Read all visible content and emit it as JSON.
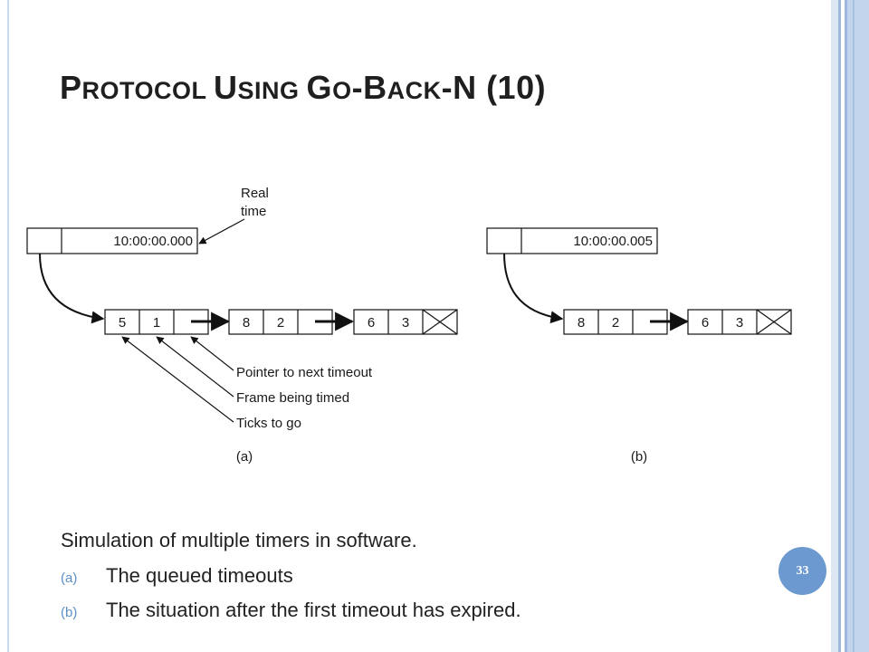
{
  "slide": {
    "title_parts": [
      {
        "text": "P",
        "small": false
      },
      {
        "text": "ROTOCOL ",
        "small": true
      },
      {
        "text": "U",
        "small": false
      },
      {
        "text": "SING ",
        "small": true
      },
      {
        "text": "G",
        "small": false
      },
      {
        "text": "O",
        "small": true
      },
      {
        "text": "-B",
        "small": false
      },
      {
        "text": "ACK",
        "small": true
      },
      {
        "text": "-N (10)",
        "small": false
      }
    ],
    "caption": "Simulation of multiple timers in software.",
    "items": [
      {
        "marker": "(a)",
        "text": "The queued timeouts"
      },
      {
        "marker": "(b)",
        "text": "The situation after the first timeout has expired."
      }
    ],
    "page_number": "33"
  },
  "diagram": {
    "a": {
      "clock": "10:00:00.000",
      "real_time_label": [
        "Real",
        "time"
      ],
      "nodes": [
        {
          "ticks": "5",
          "frame": "1"
        },
        {
          "ticks": "8",
          "frame": "2"
        },
        {
          "ticks": "6",
          "frame": "3"
        }
      ],
      "pointer_label": "Pointer to next timeout",
      "frame_label": "Frame being timed",
      "ticks_label": "Ticks to go",
      "panel_label": "(a)"
    },
    "b": {
      "clock": "10:00:00.005",
      "nodes": [
        {
          "ticks": "8",
          "frame": "2"
        },
        {
          "ticks": "6",
          "frame": "3"
        }
      ],
      "panel_label": "(b)"
    }
  },
  "colors": {
    "accent": "#6c9ad0",
    "stripe": "#c3d5ec"
  }
}
